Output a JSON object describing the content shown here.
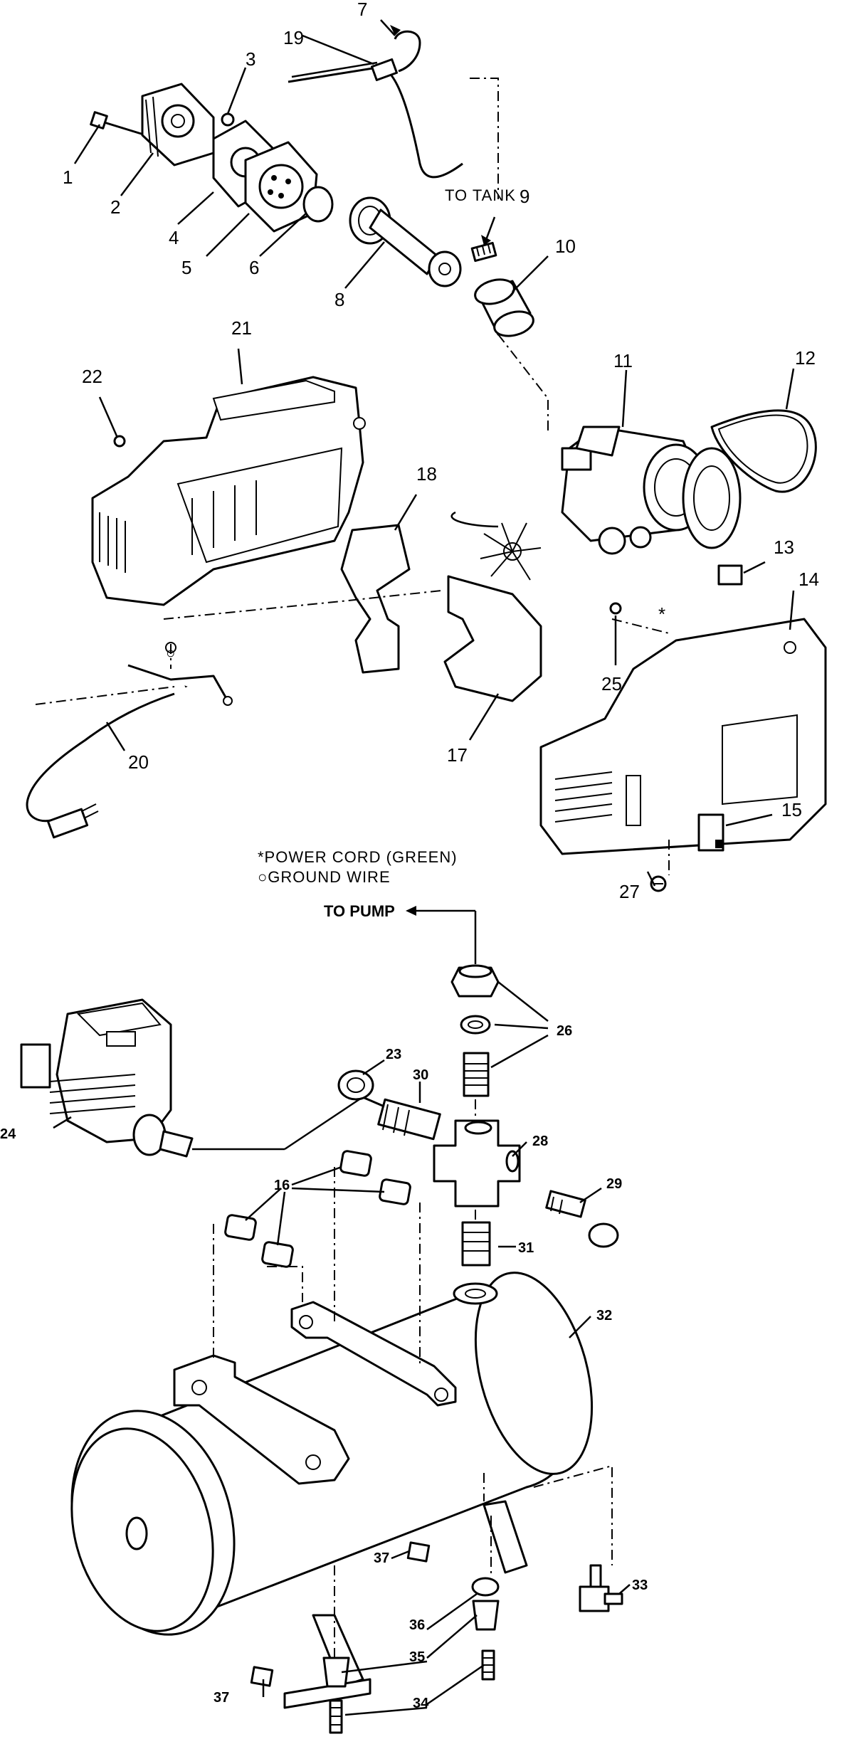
{
  "annotations": {
    "to_tank": "TO TANK",
    "to_pump": "TO PUMP",
    "note_power_cord": "*POWER CORD (GREEN)",
    "note_ground_wire": "○GROUND WIRE",
    "asterisk": "*",
    "ground_mark": "○"
  },
  "callouts": {
    "n1": "1",
    "n2": "2",
    "n3": "3",
    "n4": "4",
    "n5": "5",
    "n6": "6",
    "n7": "7",
    "n8": "8",
    "n9": "9",
    "n10": "10",
    "n11": "11",
    "n12": "12",
    "n13": "13",
    "n14": "14",
    "n15": "15",
    "n16": "16",
    "n17": "17",
    "n18": "18",
    "n19": "19",
    "n20": "20",
    "n21": "21",
    "n22": "22",
    "n23": "23",
    "n24": "24",
    "n25": "25",
    "n26": "26",
    "n27": "27",
    "n28": "28",
    "n29": "29",
    "n30": "30",
    "n31": "31",
    "n32": "32",
    "n33": "33",
    "n34": "34",
    "n35": "35",
    "n36": "36",
    "n37": "37"
  },
  "colors": {
    "ink": "#000000",
    "paper": "#ffffff"
  }
}
